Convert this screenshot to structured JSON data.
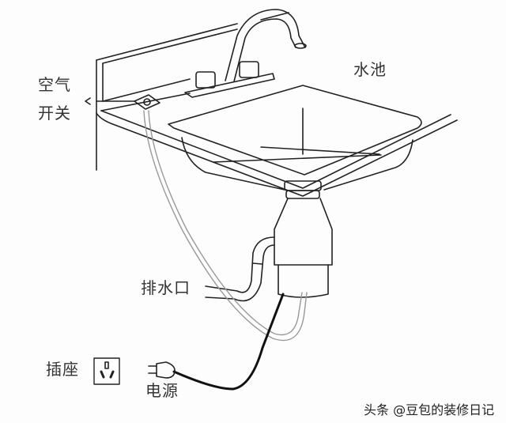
{
  "labels": {
    "sink": "水池",
    "air_switch_line1": "空气",
    "air_switch_line2": "开关",
    "drain": "排水口",
    "socket": "插座",
    "power": "电源"
  },
  "watermark": "头条 @豆包的装修日记",
  "colors": {
    "line": "#222222",
    "hose": "#999999",
    "cord": "#111111"
  }
}
